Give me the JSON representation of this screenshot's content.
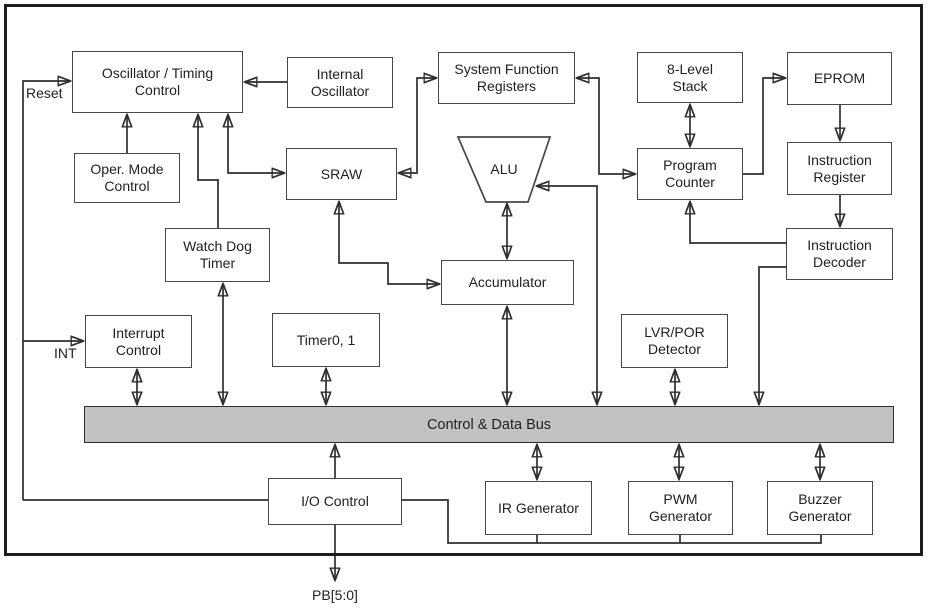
{
  "blocks": {
    "oscillator_timing_control": "Oscillator / Timing\nControl",
    "internal_oscillator": "Internal\nOscillator",
    "system_function_registers": "System Function\nRegisters",
    "eight_level_stack": "8-Level\nStack",
    "eprom": "EPROM",
    "oper_mode_control": "Oper. Mode\nControl",
    "sraw": "SRAW",
    "alu": "ALU",
    "program_counter": "Program\nCounter",
    "instruction_register": "Instruction\nRegister",
    "watch_dog_timer": "Watch Dog\nTimer",
    "instruction_decoder": "Instruction\nDecoder",
    "accumulator": "Accumulator",
    "interrupt_control": "Interrupt\nControl",
    "timer01": "Timer0, 1",
    "lvr_por_detector": "LVR/POR\nDetector",
    "io_control": "I/O Control",
    "ir_generator": "IR Generator",
    "pwm_generator": "PWM\nGenerator",
    "buzzer_generator": "Buzzer\nGenerator"
  },
  "bus": {
    "label": "Control & Data Bus",
    "fill": "#c2c2c2"
  },
  "pins": {
    "reset": "Reset",
    "int": "INT",
    "port_b": "PB[5:0]"
  },
  "colors": {
    "line": "#2e2e2e",
    "box_border": "#474747",
    "text": "#1f1f1f",
    "background": "#ffffff",
    "bus_fill": "#c2c2c2"
  }
}
